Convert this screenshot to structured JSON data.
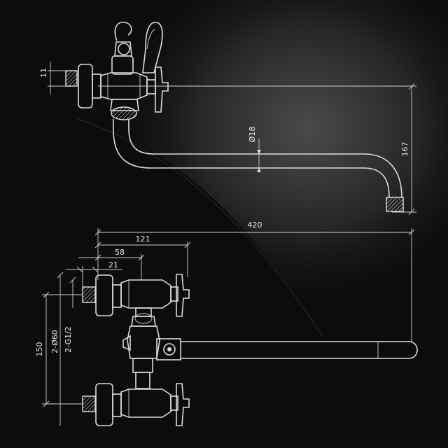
{
  "drawing": {
    "accent": "#dcdcdc",
    "background": "#0c0c0c",
    "dimensions": {
      "top_nut": "11",
      "spout_diameter": "Ø18",
      "spout_height": "167",
      "spout_length": "420",
      "to_faucet": "121",
      "to_center": "58",
      "to_inlet": "21",
      "inlet_spacing": "150",
      "inlet_bosses": "2-Ø60",
      "inlet_thread": "2-G1/2"
    }
  }
}
